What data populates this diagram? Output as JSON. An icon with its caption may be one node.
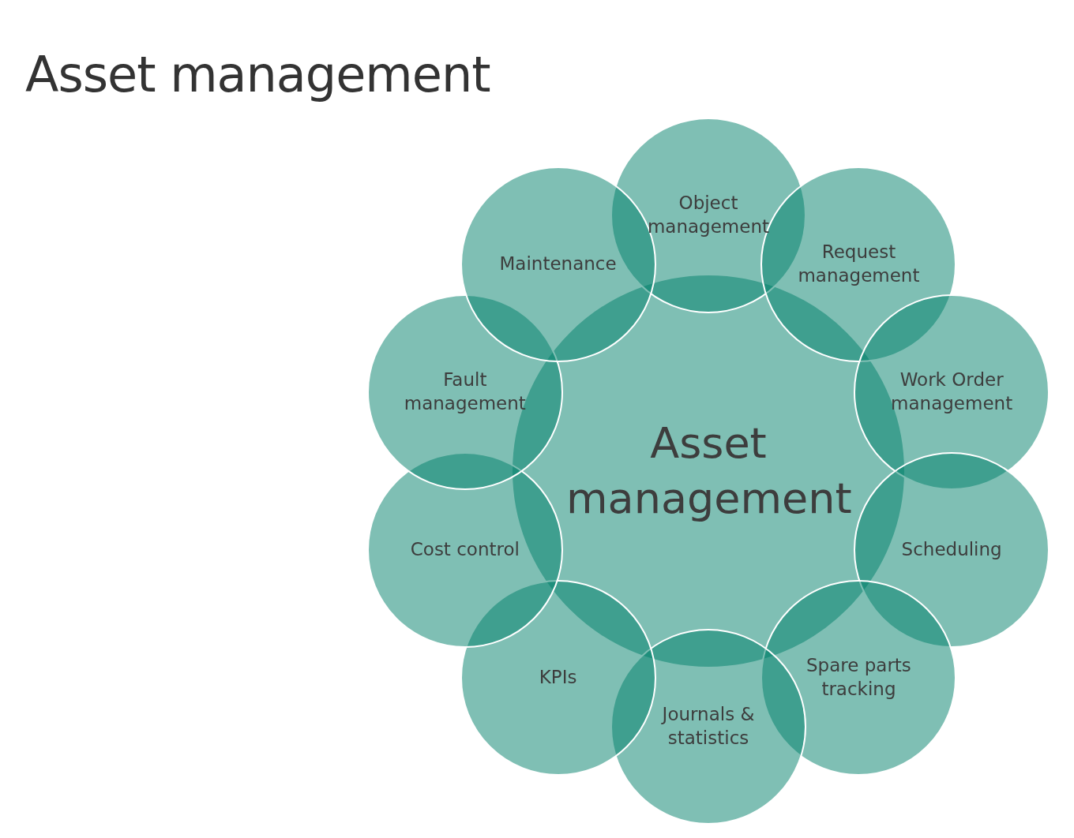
{
  "diagram": {
    "title": "Asset management",
    "nodes": [
      {
        "text": [
          "Asset management"
        ]
      },
      {
        "text": [
          "Object management"
        ]
      },
      {
        "text": [
          "Request management"
        ]
      },
      {
        "text": [
          "Work Order management"
        ]
      },
      {
        "text": [
          "Scheduling"
        ]
      },
      {
        "text": [
          "Spare parts tracking"
        ]
      },
      {
        "text": [
          "Journals & statistics"
        ]
      },
      {
        "text": [
          "KPIs"
        ]
      },
      {
        "text": [
          "Cost control"
        ]
      },
      {
        "text": [
          "Fault management"
        ]
      },
      {
        "text": [
          "Maintenance"
        ]
      }
    ],
    "edges": []
  }
}
